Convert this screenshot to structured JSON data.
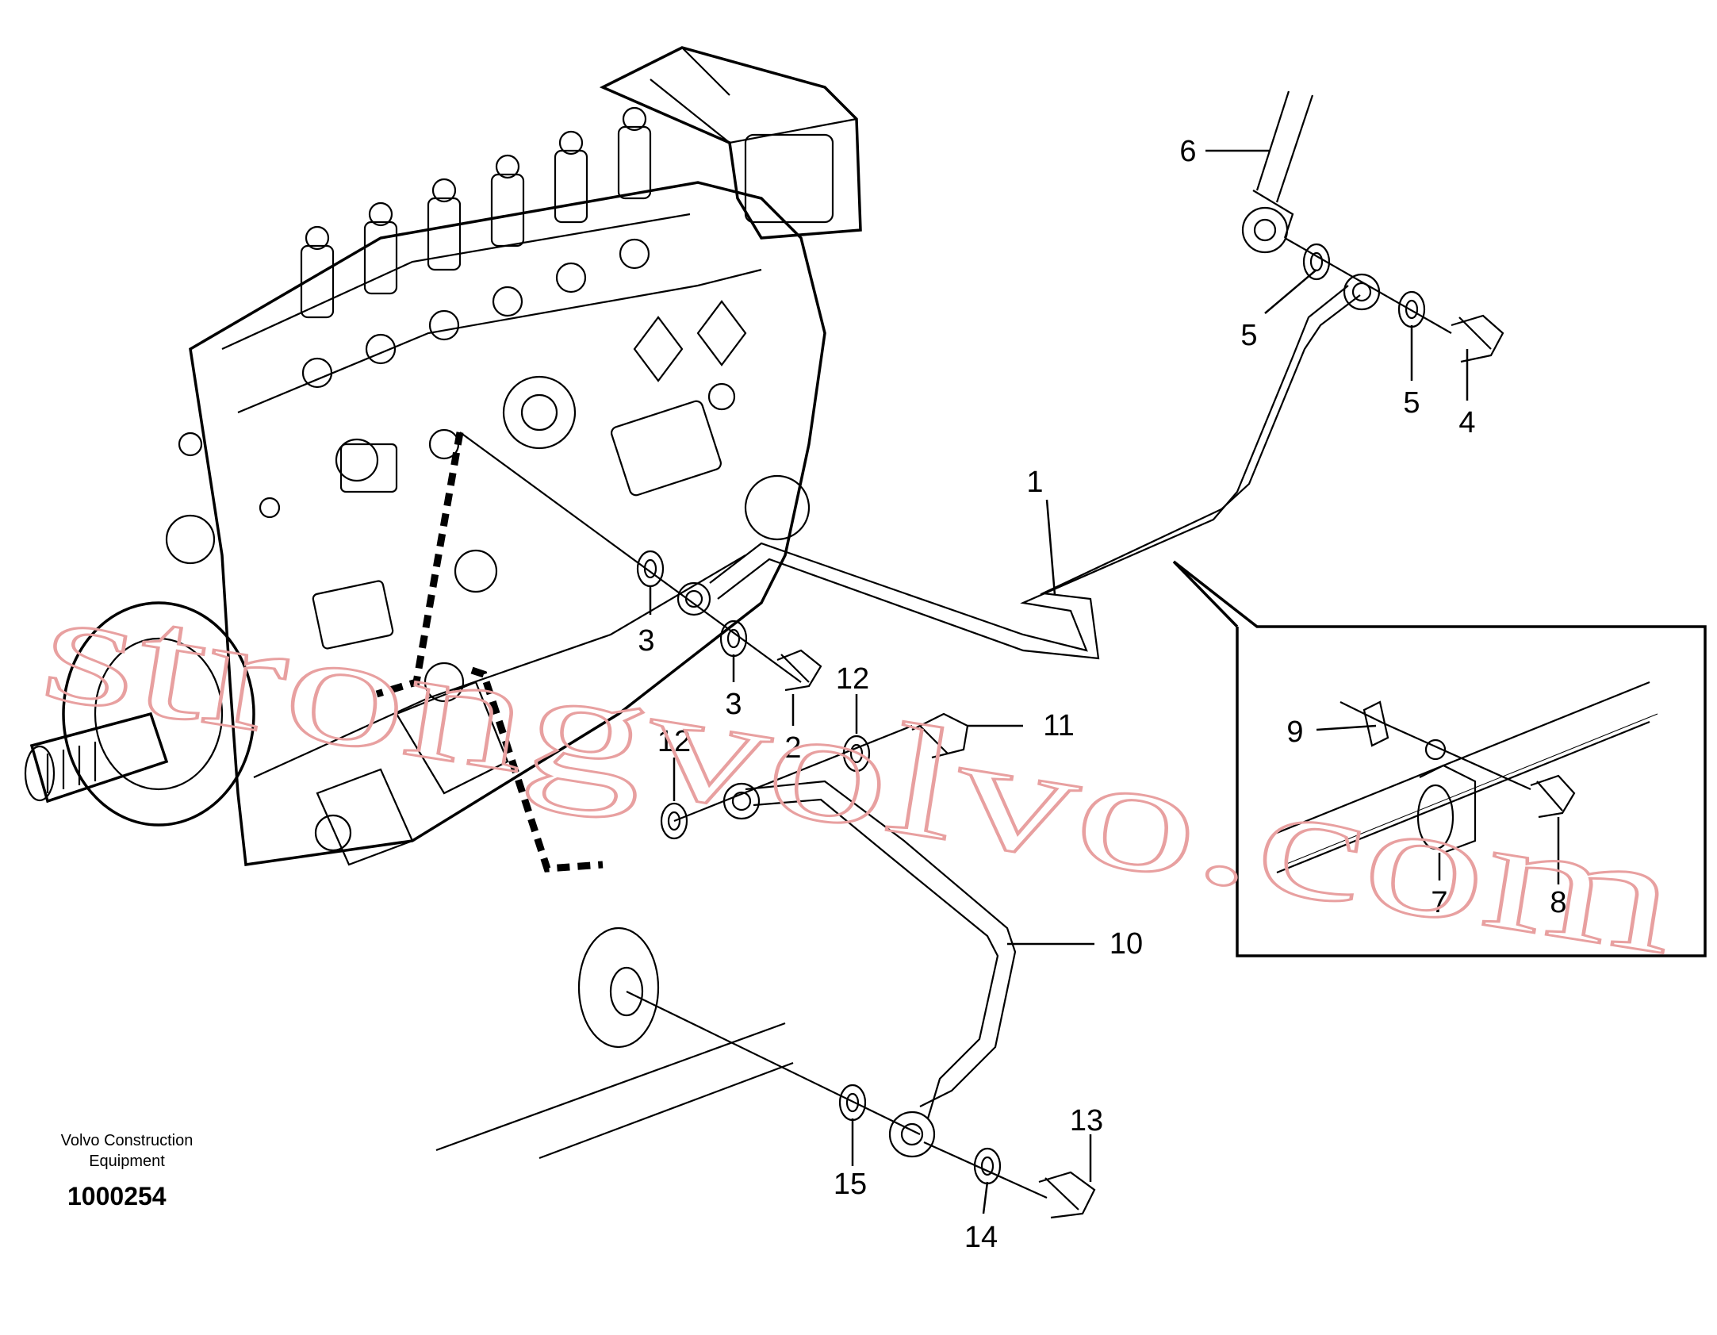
{
  "diagram": {
    "publisher": "Volvo Construction Equipment",
    "drawing_number": "1000254",
    "watermark": "strongvolvo.com",
    "callouts": [
      "1",
      "2",
      "3",
      "3",
      "4",
      "5",
      "5",
      "6",
      "7",
      "8",
      "9",
      "10",
      "11",
      "12",
      "12",
      "13",
      "14",
      "15"
    ]
  }
}
